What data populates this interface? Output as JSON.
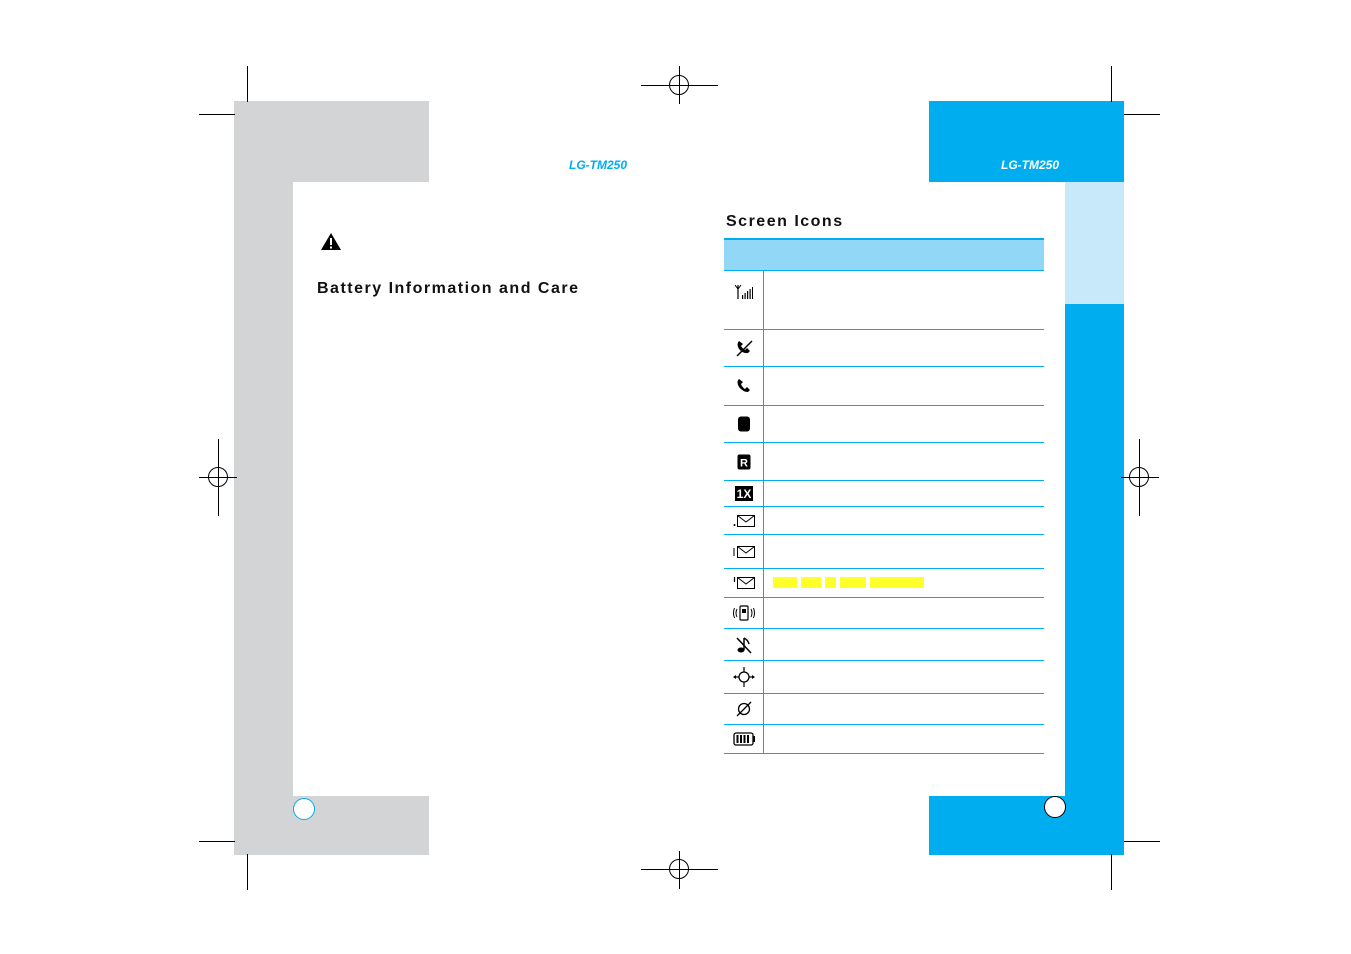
{
  "left_page": {
    "model_label": "LG-TM250",
    "warning_icon": "warning-triangle-icon",
    "heading": "Battery Information and Care"
  },
  "right_page": {
    "model_label": "LG-TM250",
    "heading": "Screen Icons",
    "icon_rows": [
      {
        "icon": "signal-strength-icon"
      },
      {
        "icon": "no-service-icon"
      },
      {
        "icon": "call-in-progress-icon"
      },
      {
        "icon": "digital-service-icon"
      },
      {
        "icon": "roaming-icon"
      },
      {
        "icon": "1x-icon"
      },
      {
        "icon": "new-message-icon"
      },
      {
        "icon": "voice-message-icon"
      },
      {
        "icon": "urgent-message-icon",
        "highlight_segments": [
          24,
          20,
          11,
          26,
          54
        ]
      },
      {
        "icon": "vibrate-mode-icon"
      },
      {
        "icon": "silent-mode-icon"
      },
      {
        "icon": "location-on-icon"
      },
      {
        "icon": "location-off-icon"
      },
      {
        "icon": "battery-level-icon"
      }
    ]
  },
  "colors": {
    "accent_cyan": "#00adef",
    "light_cyan": "#c7e9fa",
    "table_header": "#92d7f6",
    "gray_panel": "#d3d4d6",
    "highlight_yellow": "#ffff2a"
  }
}
